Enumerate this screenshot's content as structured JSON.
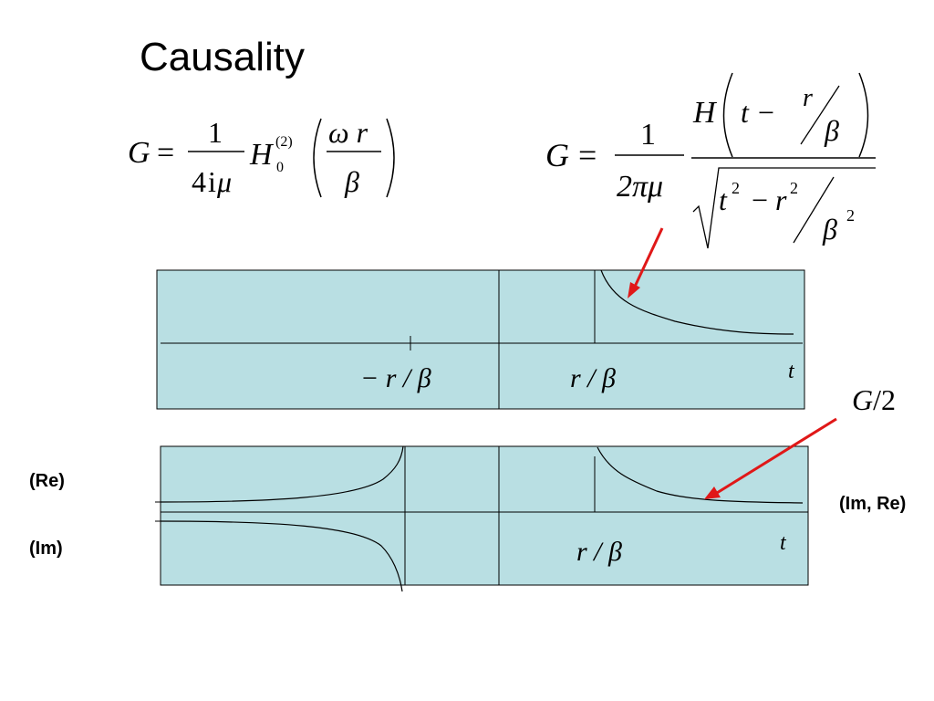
{
  "title": "Causality",
  "formula_left": {
    "lhs": "G",
    "eq": "=",
    "frac_num": "1",
    "frac_den_4": "4",
    "frac_den_i": "i",
    "frac_den_mu": "μ",
    "hankel": "H",
    "hankel_sup": "(2)",
    "hankel_sub": "0",
    "arg_num": "ω r",
    "arg_den": "β"
  },
  "formula_right": {
    "lhs": "G",
    "eq": "=",
    "frac_num": "1",
    "frac_den": "2πμ",
    "heaviside": "H",
    "t_minus": "t −",
    "r": "r",
    "beta": "β",
    "t2": "t",
    "exp2": "2",
    "minus": "−",
    "r2": "r",
    "beta2": "β"
  },
  "plot_top": {
    "neg_label": "− r / β",
    "pos_label": "r / β",
    "axis_label": "t"
  },
  "plot_bottom": {
    "pos_label": "r / β",
    "axis_label": "t"
  },
  "labels": {
    "re": "(Re)",
    "im": "(Im)",
    "im_re": "(Im, Re)",
    "g_half_g": "G",
    "g_half_rest": "/2"
  },
  "colors": {
    "plot_fill": "#b9dfe3",
    "arrow": "#e01818",
    "line": "#000000"
  }
}
